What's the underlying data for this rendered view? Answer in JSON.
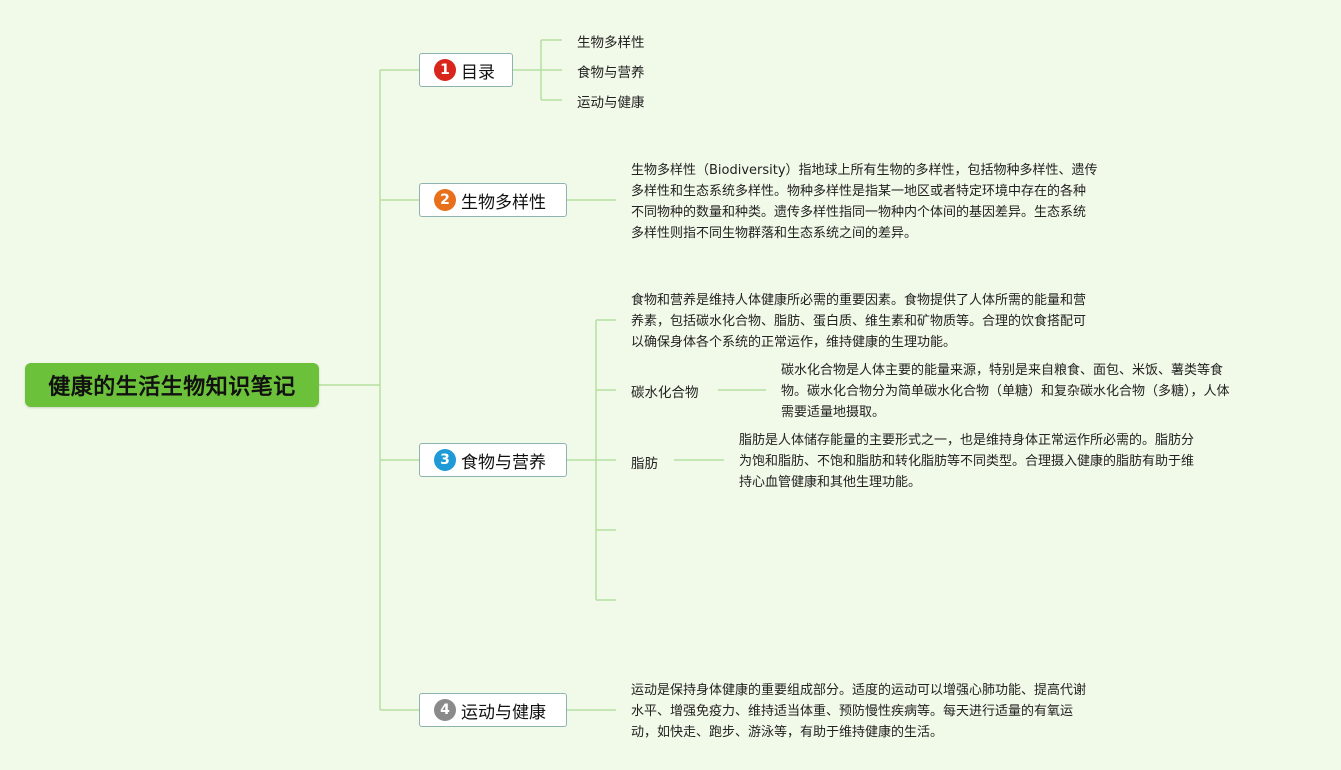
{
  "root": {
    "title": "健康的生活生物知识笔记"
  },
  "branches": [
    {
      "number": "1",
      "label": "目录",
      "badge_color": "#d9261c"
    },
    {
      "number": "2",
      "label": "生物多样性",
      "badge_color": "#e8701a"
    },
    {
      "number": "3",
      "label": "食物与营养",
      "badge_color": "#1e9ad6"
    },
    {
      "number": "4",
      "label": "运动与健康",
      "badge_color": "#8a8a8a"
    }
  ],
  "toc_items": [
    "生物多样性",
    "食物与营养",
    "运动与健康"
  ],
  "biodiversity_text": [
    "生物多样性（Biodiversity）指地球上所有生物的多样性，包括物种多样性、遗传",
    "多样性和生态系统多样性。物种多样性是指某一地区或者特定环境中存在的各种",
    "不同物种的数量和种类。遗传多样性指同一物种内个体间的基因差异。生态系统",
    "多样性则指不同生物群落和生态系统之间的差异。"
  ],
  "nutrition": {
    "intro": [
      "食物和营养是维持人体健康所必需的重要因素。食物提供了人体所需的能量和营",
      "养素，包括碳水化合物、脂肪、蛋白质、维生素和矿物质等。合理的饮食搭配可",
      "以确保身体各个系统的正常运作，维持健康的生理功能。"
    ],
    "carbs_label": "碳水化合物",
    "carbs_text": [
      "碳水化合物是人体主要的能量来源，特别是来自粮食、面包、米饭、薯类等食",
      "物。碳水化合物分为简单碳水化合物（单糖）和复杂碳水化合物（多糖），人体",
      "需要适量地摄取。"
    ],
    "fat_label": "脂肪",
    "fat_text": [
      "脂肪是人体储存能量的主要形式之一，也是维持身体正常运作所必需的。脂肪分",
      "为饱和脂肪、不饱和脂肪和转化脂肪等不同类型。合理摄入健康的脂肪有助于维",
      "持心血管健康和其他生理功能。"
    ]
  },
  "exercise_text": [
    "运动是保持身体健康的重要组成部分。适度的运动可以增强心肺功能、提高代谢",
    "水平、增强免疫力、维持适当体重、预防慢性疾病等。每天进行适量的有氧运",
    "动，如快走、跑步、游泳等，有助于维持健康的生活。"
  ],
  "colors": {
    "background": "#f1f9e8",
    "root": "#6cc13a",
    "line": "#b5dfa0",
    "branch_border": "#8fb3b0"
  }
}
